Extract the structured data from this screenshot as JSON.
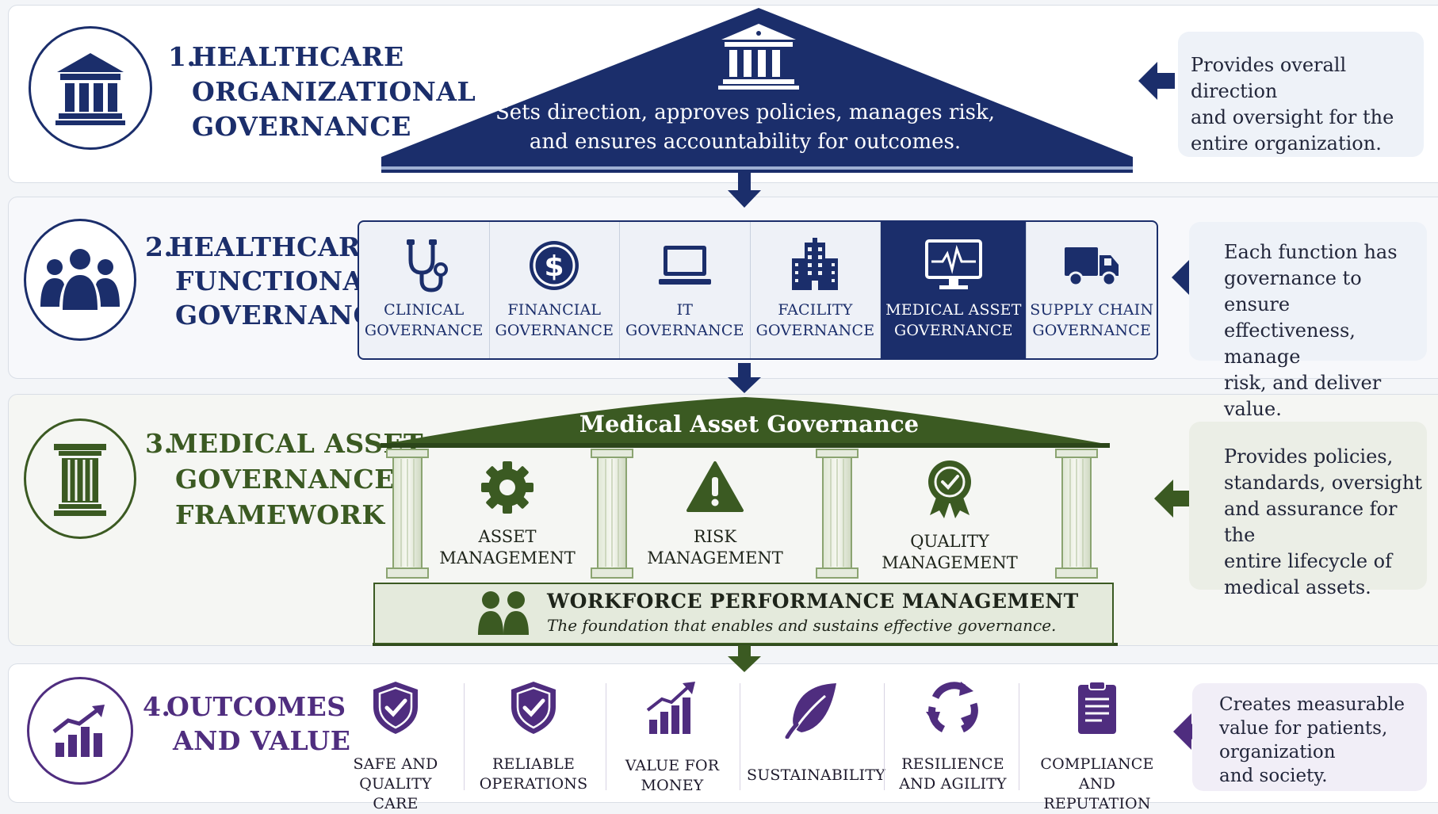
{
  "section1": {
    "number": "1.",
    "title_lines": [
      "HEALTHCARE",
      "ORGANIZATIONAL",
      "GOVERNANCE"
    ],
    "roof_text": [
      "Sets direction, approves policies, manages risk,",
      "and ensures accountability for outcomes."
    ],
    "note": [
      "Provides overall direction",
      "and oversight for the",
      "entire organization."
    ],
    "icon": "institution-icon",
    "color": "#1b2e6b"
  },
  "section2": {
    "number": "2.",
    "title_lines": [
      "HEALTHCARE",
      "FUNCTIONAL",
      "GOVERNANCE"
    ],
    "icon": "people-group-icon",
    "functions": [
      {
        "label": [
          "CLINICAL",
          "GOVERNANCE"
        ],
        "icon": "stethoscope-icon",
        "active": false
      },
      {
        "label": [
          "FINANCIAL",
          "GOVERNANCE"
        ],
        "icon": "dollar-icon",
        "active": false
      },
      {
        "label": [
          "IT",
          "GOVERNANCE"
        ],
        "icon": "laptop-icon",
        "active": false
      },
      {
        "label": [
          "FACILITY",
          "GOVERNANCE"
        ],
        "icon": "building-icon",
        "active": false
      },
      {
        "label": [
          "MEDICAL ASSET",
          "GOVERNANCE"
        ],
        "icon": "monitor-icon",
        "active": true
      },
      {
        "label": [
          "SUPPLY CHAIN",
          "GOVERNANCE"
        ],
        "icon": "truck-icon",
        "active": false
      }
    ],
    "note": [
      "Each function has",
      "governance to ensure",
      "effectiveness, manage",
      "risk, and deliver value."
    ],
    "color": "#1b2e6b"
  },
  "section3": {
    "number": "3.",
    "title_lines": [
      "MEDICAL ASSET",
      "GOVERNANCE",
      "FRAMEWORK"
    ],
    "icon": "column-icon",
    "roof_title": "Medical Asset Governance",
    "pillars": [
      {
        "label": [
          "ASSET",
          "MANAGEMENT"
        ],
        "icon": "gear-icon"
      },
      {
        "label": [
          "RISK",
          "MANAGEMENT"
        ],
        "icon": "warning-icon"
      },
      {
        "label": [
          "QUALITY",
          "MANAGEMENT"
        ],
        "icon": "award-icon"
      }
    ],
    "foundation_title": "WORKFORCE PERFORMANCE MANAGEMENT",
    "foundation_subtitle": "The foundation that enables and sustains effective governance.",
    "note": [
      "Provides policies,",
      "standards, oversight",
      "and assurance for the",
      "entire lifecycle of",
      "medical assets."
    ],
    "color": "#3b5a22"
  },
  "section4": {
    "number": "4.",
    "title_lines": [
      "OUTCOMES",
      "AND VALUE"
    ],
    "icon": "growth-chart-icon",
    "outcomes": [
      {
        "label": [
          "SAFE AND",
          "QUALITY CARE"
        ],
        "icon": "shield-check-icon"
      },
      {
        "label": [
          "RELIABLE",
          "OPERATIONS"
        ],
        "icon": "shield-check-icon"
      },
      {
        "label": [
          "VALUE FOR",
          "MONEY"
        ],
        "icon": "bar-chart-icon"
      },
      {
        "label": [
          "SUSTAINABILITY"
        ],
        "icon": "leaf-icon"
      },
      {
        "label": [
          "RESILIENCE",
          "AND AGILITY"
        ],
        "icon": "cycle-icon"
      },
      {
        "label": [
          "COMPLIANCE",
          "AND REPUTATION"
        ],
        "icon": "document-icon"
      }
    ],
    "note": [
      "Creates measurable",
      "value for patients,",
      "organization",
      "and society."
    ],
    "color": "#4f2d7f"
  }
}
